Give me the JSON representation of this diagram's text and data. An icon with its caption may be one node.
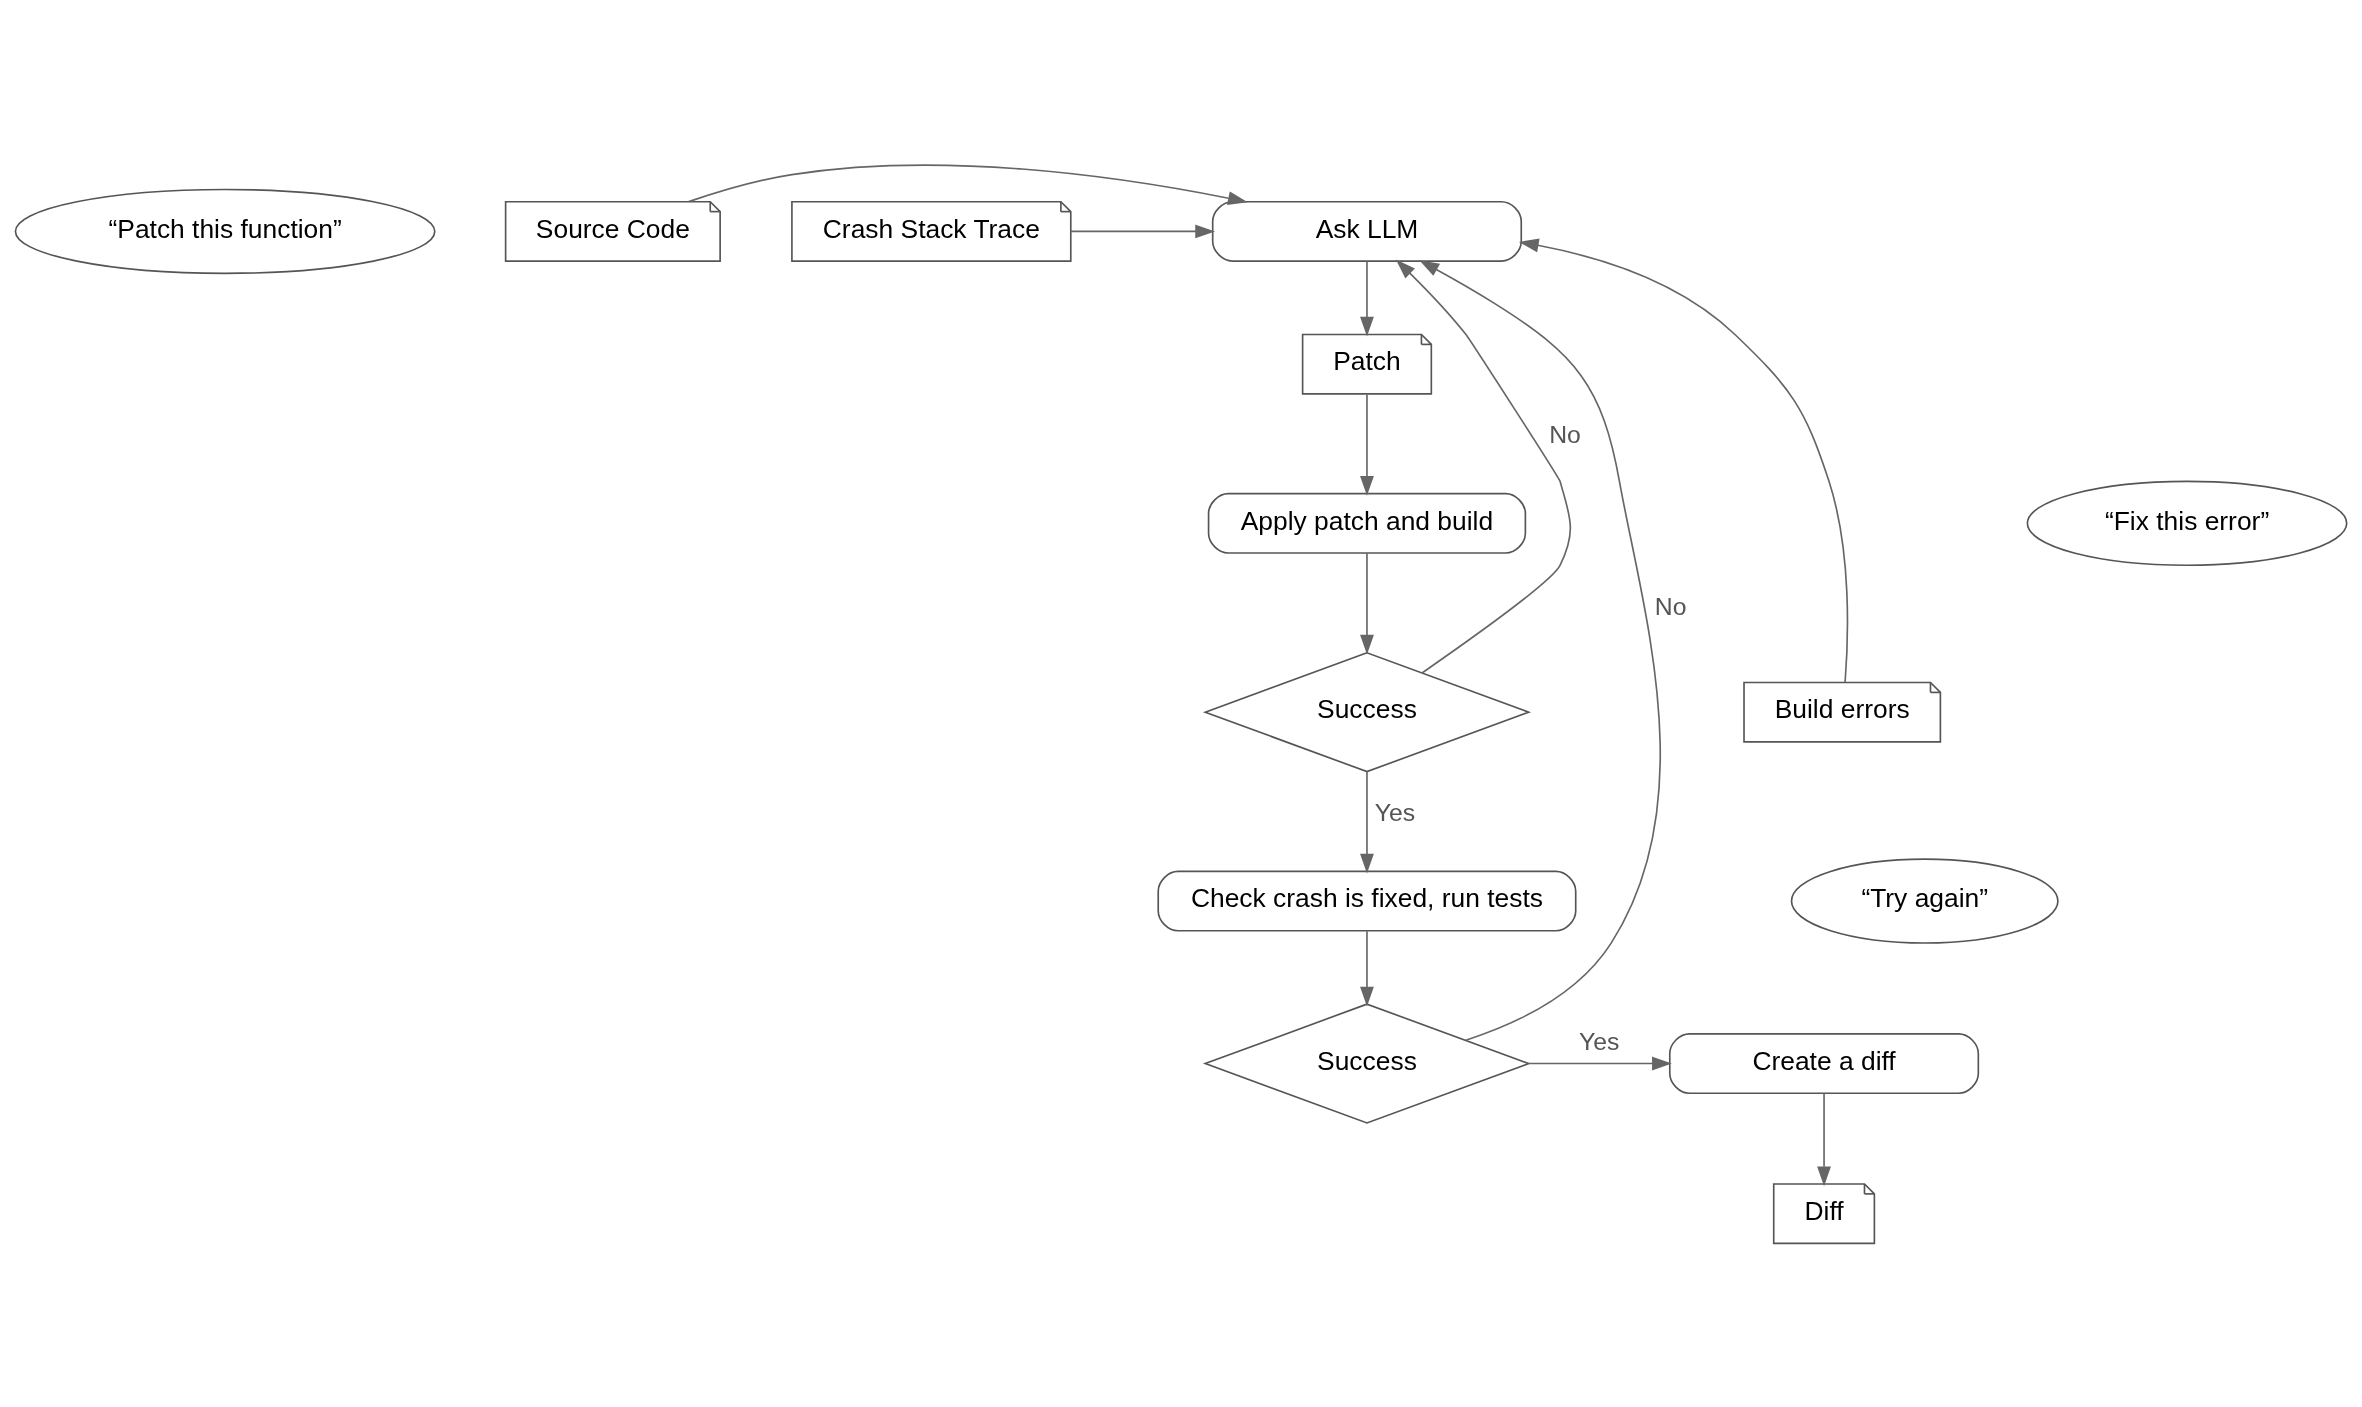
{
  "diagram": {
    "nodes": [
      {
        "text": [
          "“Patch this function”"
        ]
      },
      {
        "text": [
          "Source Code"
        ]
      },
      {
        "text": [
          "Crash Stack Trace"
        ]
      },
      {
        "text": [
          "Ask LLM"
        ]
      },
      {
        "text": [
          "Patch"
        ]
      },
      {
        "text": [
          "Apply patch and build"
        ]
      },
      {
        "text": [
          "Success"
        ]
      },
      {
        "text": [
          "Check crash is fixed, run tests"
        ]
      },
      {
        "text": [
          "Success"
        ]
      },
      {
        "text": [
          "Create a diff"
        ]
      },
      {
        "text": [
          "Diff"
        ]
      },
      {
        "text": [
          "“Fix this error”"
        ]
      },
      {
        "text": [
          "Build errors"
        ]
      },
      {
        "text": [
          "“Try again”"
        ]
      }
    ],
    "edges": [
      {
        "from": 1,
        "to": 3,
        "arrow": "to"
      },
      {
        "from": 2,
        "to": 3,
        "arrow": "to"
      },
      {
        "from": 3,
        "to": 4,
        "arrow": "to"
      },
      {
        "from": 4,
        "to": 5,
        "arrow": "to"
      },
      {
        "from": 5,
        "to": 6,
        "arrow": "to"
      },
      {
        "from": 6,
        "to": 7,
        "arrow": "to",
        "label": "Yes"
      },
      {
        "from": 6,
        "to": 3,
        "arrow": "to",
        "label": "No"
      },
      {
        "from": 12,
        "to": 3,
        "arrow": "to"
      },
      {
        "from": 7,
        "to": 8,
        "arrow": "to"
      },
      {
        "from": 8,
        "to": 3,
        "arrow": "to",
        "label": "No"
      },
      {
        "from": 8,
        "to": 9,
        "arrow": "to",
        "label": "Yes"
      },
      {
        "from": 9,
        "to": 10,
        "arrow": "to"
      }
    ]
  }
}
